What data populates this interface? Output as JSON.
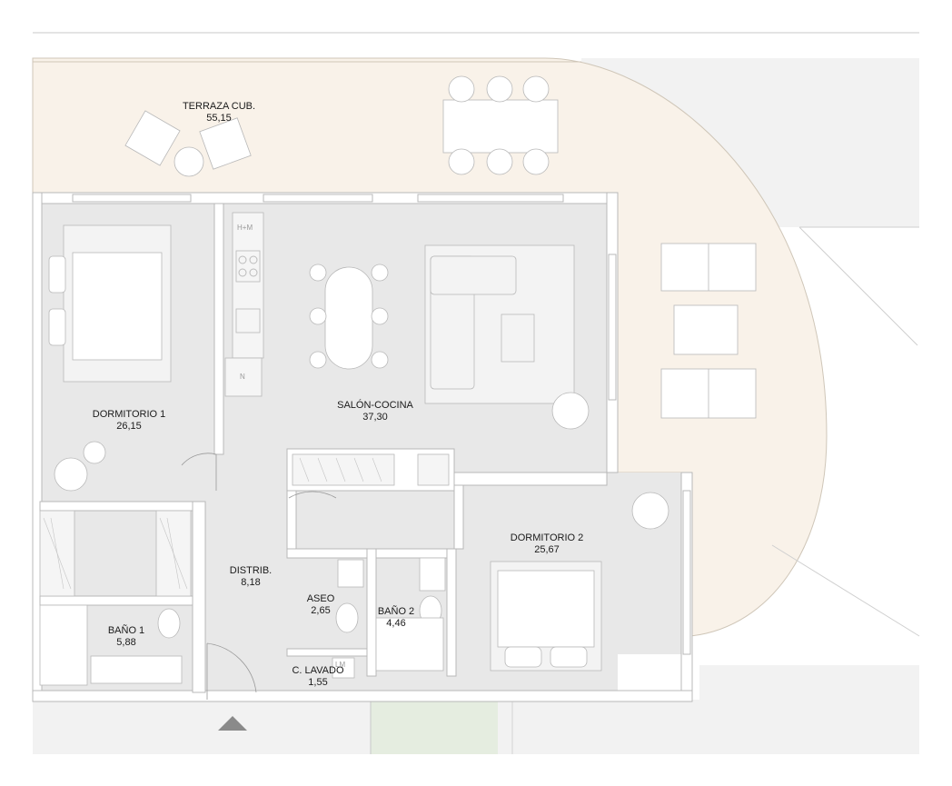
{
  "rooms": {
    "terraza": {
      "name": "TERRAZA CUB.",
      "area": "55,15"
    },
    "dormitorio1": {
      "name": "DORMITORIO 1",
      "area": "26,15"
    },
    "salon": {
      "name": "SALÓN-COCINA",
      "area": "37,30"
    },
    "dormitorio2": {
      "name": "DORMITORIO 2",
      "area": "25,67"
    },
    "distrib": {
      "name": "DISTRIB.",
      "area": "8,18"
    },
    "aseo": {
      "name": "ASEO",
      "area": "2,65"
    },
    "bano2": {
      "name": "BAÑO 2",
      "area": "4,46"
    },
    "bano1": {
      "name": "BAÑO 1",
      "area": "5,88"
    },
    "lavado": {
      "name": "C. LAVADO",
      "area": "1,55"
    }
  },
  "appliances": {
    "hm": "H+M",
    "fridge": "N",
    "washer": "LM"
  },
  "colors": {
    "terrace": "#f9f2e9",
    "floor": "#e8e8e8",
    "exterior": "#f2f2f2",
    "grass": "#e5ede0",
    "wall": "#ffffff",
    "line": "#b8b8b8",
    "entrance_marker": "#8a8a8a"
  },
  "icons": [
    "entrance-arrow-icon",
    "north-door-icon"
  ]
}
